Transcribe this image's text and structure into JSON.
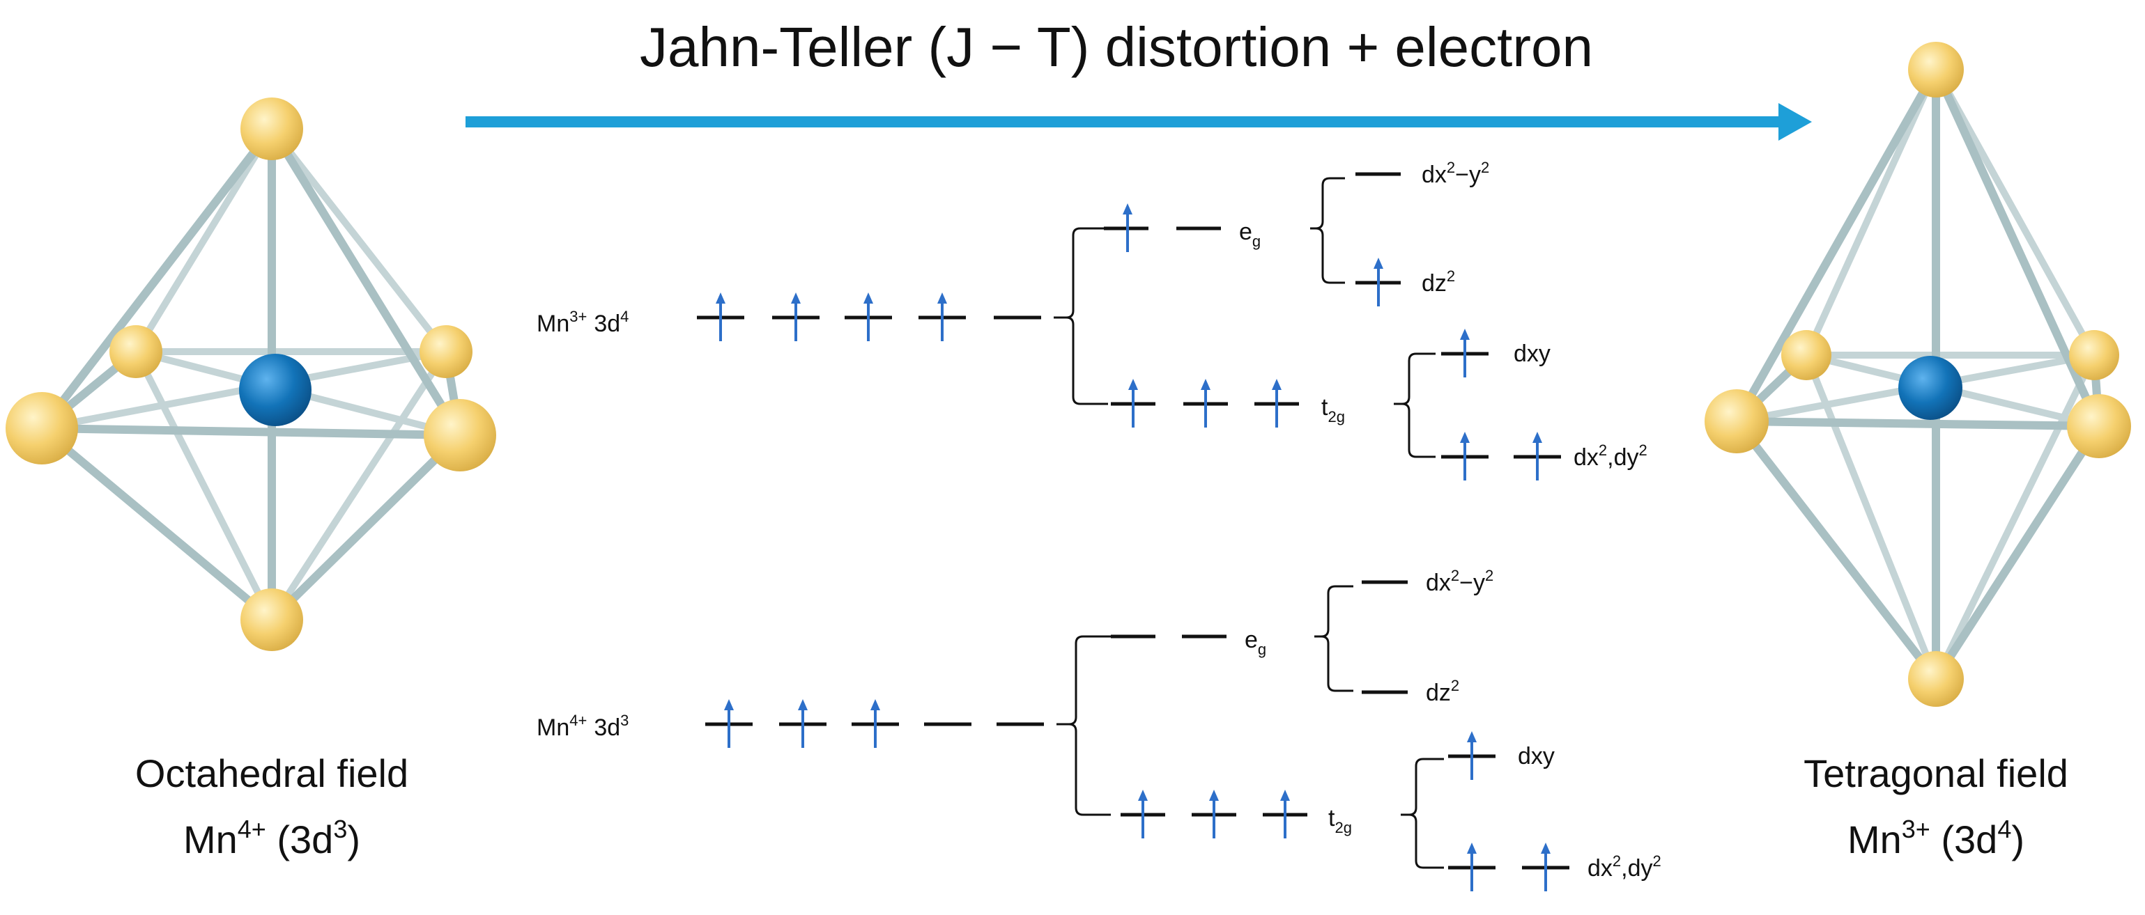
{
  "title": "Jahn-Teller (J − T) distortion + electron",
  "colors": {
    "arrow": "#1e9fd8",
    "spin": "#2d6fc9",
    "ligand": "#f5d06e",
    "metal": "#1273b8",
    "bond": "#a9c0c3"
  },
  "left_structure": {
    "caption_line1": "Octahedral field",
    "caption_ion": "Mn",
    "caption_charge": "4+",
    "caption_tail_pre": " (3d",
    "caption_tail_sup": "3",
    "caption_tail_post": ")"
  },
  "right_structure": {
    "caption_line1": "Tetragonal field",
    "caption_ion": "Mn",
    "caption_charge": "3+",
    "caption_tail_pre": " (3d",
    "caption_tail_sup": "4",
    "caption_tail_post": ")"
  },
  "diagram_mn3": {
    "ion": "Mn",
    "charge": "3+",
    "config": "3d",
    "config_sup": "4",
    "eg_label": "e",
    "eg_sub": "g",
    "t2g_label": "t",
    "t2g_sub": "2g",
    "dx2y2": {
      "a": "dx",
      "b": "2",
      "c": "−y",
      "d": "2"
    },
    "dz2": {
      "a": "dz",
      "b": "2"
    },
    "dxy": "dxy",
    "dxdy": {
      "a": "dx",
      "b": "2",
      "c": ",dy",
      "d": "2"
    }
  },
  "diagram_mn4": {
    "ion": "Mn",
    "charge": "4+",
    "config": "3d",
    "config_sup": "3",
    "eg_label": "e",
    "eg_sub": "g",
    "t2g_label": "t",
    "t2g_sub": "2g",
    "dx2y2": {
      "a": "dx",
      "b": "2",
      "c": "−y",
      "d": "2"
    },
    "dz2": {
      "a": "dz",
      "b": "2"
    },
    "dxy": "dxy",
    "dxdy": {
      "a": "dx",
      "b": "2",
      "c": ",dy",
      "d": "2"
    }
  }
}
